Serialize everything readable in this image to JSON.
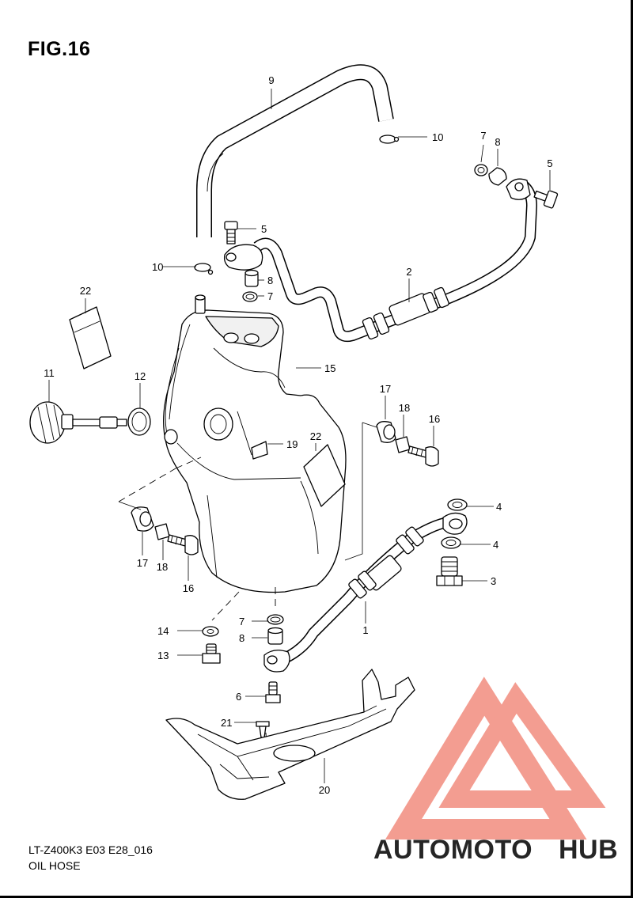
{
  "figure": {
    "title": "FIG.16",
    "model_code": "LT-Z400K3 E03 E28_016",
    "section_title": "OIL HOSE"
  },
  "callouts": [
    "1",
    "2",
    "3",
    "4",
    "4",
    "5",
    "5",
    "6",
    "7",
    "7",
    "7",
    "8",
    "8",
    "8",
    "9",
    "10",
    "10",
    "11",
    "12",
    "13",
    "14",
    "15",
    "16",
    "16",
    "17",
    "17",
    "18",
    "18",
    "19",
    "20",
    "21",
    "22",
    "22"
  ],
  "watermark": {
    "part1": "AUTOMOTO",
    "part2": "HUB",
    "color_primary": "#f28c7e",
    "color_secondary": "#f6b36a",
    "color_dark": "#6d6d6d"
  }
}
